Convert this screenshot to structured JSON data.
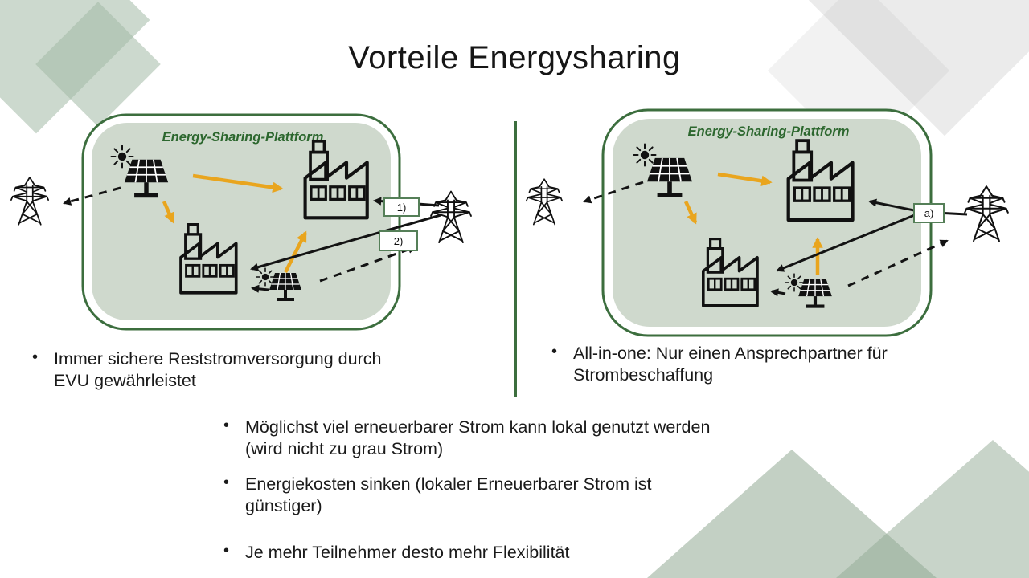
{
  "title": "Vorteile Energysharing",
  "glyphs": {
    "bullet": "•"
  },
  "panels": {
    "left": {
      "platform_label": "Energy-Sharing-Plattform",
      "tag_1": "1)",
      "tag_2": "2)",
      "bullet": "Immer sichere Reststromversorgung durch\nEVU gewährleistet"
    },
    "right": {
      "platform_label": "Energy-Sharing-Plattform",
      "tag_a": "a)",
      "bullet": "All-in-one: Nur einen Ansprechpartner für\nStrombeschaffung"
    }
  },
  "bottom_bullets": [
    {
      "text": "Möglichst viel erneuerbarer Strom kann lokal genutzt werden\n(wird nicht zu grau Strom)"
    },
    {
      "text": "Energiekosten sinken (lokaler Erneuerbarer Strom ist\ngünstiger)"
    },
    {
      "text": "Je mehr Teilnehmer desto mehr Flexibilität"
    }
  ],
  "colors": {
    "platform_border": "#3c6e3e",
    "platform_fill": "#cfd9cd",
    "arrow_yellow": "#e9a51e",
    "label_green": "#2c672e",
    "deco_sage": "#a3b9a6"
  }
}
